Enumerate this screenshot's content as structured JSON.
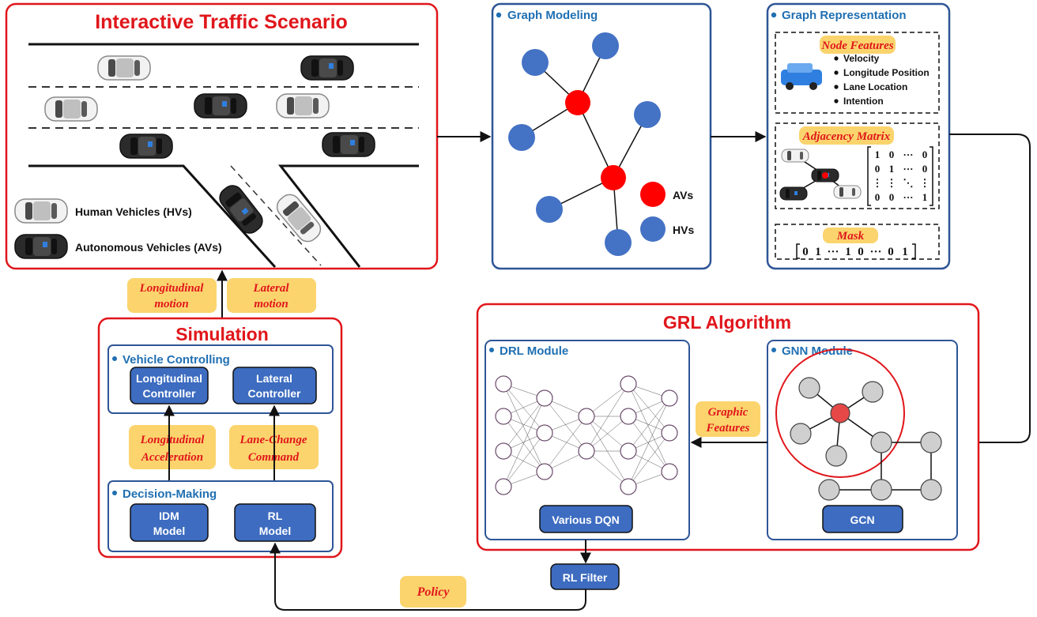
{
  "colors": {
    "red": "#e0161b",
    "blue_border": "#2e5596",
    "blue_box": "#3d6cc0",
    "blue_node": "#4472c4",
    "red_node": "#ff0000",
    "gray_node": "#cfcfcf",
    "yellow_label": "#fbd46d"
  },
  "traffic": {
    "title": "Interactive Traffic Scenario",
    "legend_hv": "Human Vehicles (HVs)",
    "legend_av": "Autonomous Vehicles (AVs)"
  },
  "graph_modeling": {
    "title": "Graph Modeling",
    "legend_av": "AVs",
    "legend_hv": "HVs"
  },
  "graph_representation": {
    "title": "Graph Representation",
    "node_features_label": "Node Features",
    "features": [
      "Velocity",
      "Longitude Position",
      "Lane Location",
      "Intention"
    ],
    "adjacency_label": "Adjacency Matrix",
    "matrix_rows": [
      [
        "1",
        "0",
        "···",
        "0"
      ],
      [
        "0",
        "1",
        "···",
        "0"
      ],
      [
        "⋮",
        "⋮",
        "⋱",
        "⋮"
      ],
      [
        "0",
        "0",
        "···",
        "1"
      ]
    ],
    "mask_label": "Mask",
    "mask_vector": [
      "0",
      "1",
      "···",
      "1",
      "0",
      "···",
      "0",
      "1"
    ]
  },
  "labels": {
    "longitudinal_motion": [
      "Longitudinal",
      "motion"
    ],
    "lateral_motion": [
      "Lateral",
      "motion"
    ],
    "longitudinal_acceleration": [
      "Longitudinal",
      "Acceleration"
    ],
    "lane_change_command": [
      "Lane-Change",
      "Command"
    ],
    "graphic_features": [
      "Graphic",
      "Features"
    ],
    "policy": "Policy"
  },
  "simulation": {
    "title": "Simulation",
    "vehicle_controlling": "Vehicle Controlling",
    "longitudinal_controller": [
      "Longitudinal",
      "Controller"
    ],
    "lateral_controller": [
      "Lateral",
      "Controller"
    ],
    "decision_making": "Decision-Making",
    "idm_model": [
      "IDM",
      "Model"
    ],
    "rl_model": [
      "RL",
      "Model"
    ]
  },
  "grl": {
    "title": "GRL Algorithm",
    "drl_module": "DRL Module",
    "various_dqn": "Various DQN",
    "gnn_module": "GNN Module",
    "gcn": "GCN"
  },
  "rl_filter": "RL Filter"
}
